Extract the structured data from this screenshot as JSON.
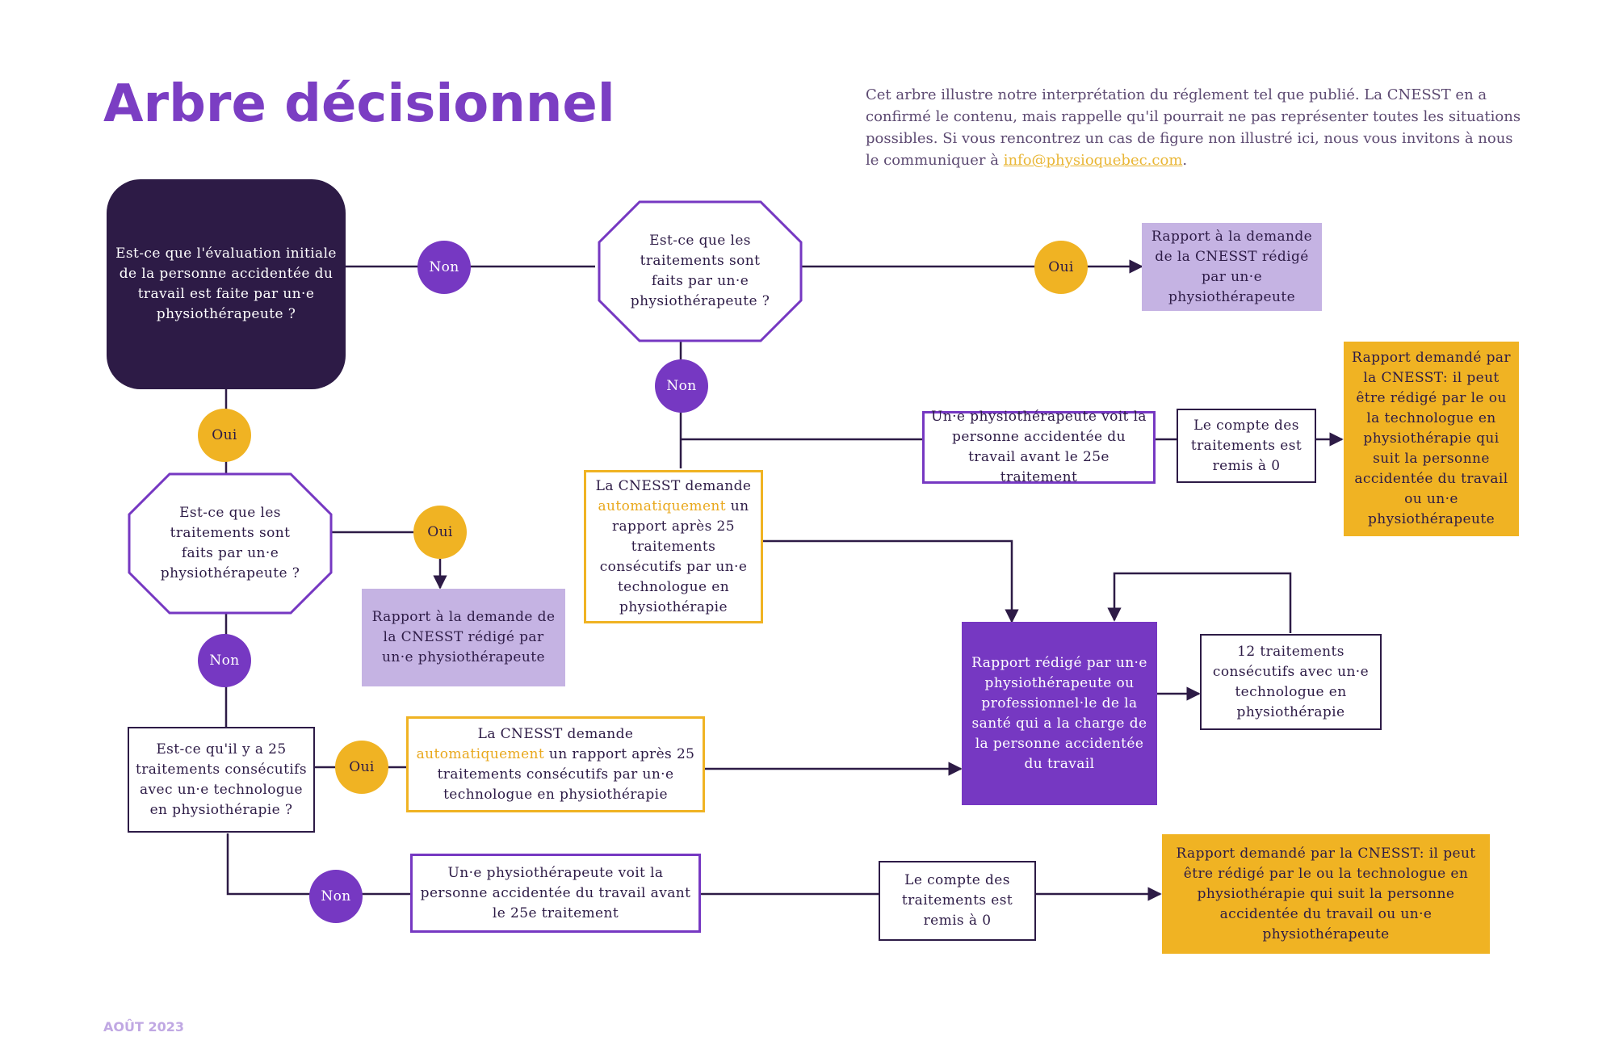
{
  "title": "Arbre décisionnel",
  "intro": {
    "text": "Cet arbre illustre notre interprétation du réglement tel que publié. La CNESST en a confirmé le contenu, mais rappelle qu'il pourrait ne pas représenter toutes les situations possibles. Si vous rencontrez un cas de figure non illustré ici, nous vous invitons à nous le communiquer à ",
    "email": "info@physioquebec.com",
    "end": "."
  },
  "footer": {
    "date": "AOÛT 2023"
  },
  "labels": {
    "oui": "Oui",
    "non": "Non"
  },
  "nodes": {
    "q1": "Est-ce que l'évaluation initiale de la personne accidentée du travail est faite par un·e physiothérapeute ?",
    "q2": "Est-ce que les traitements sont faits par un·e physiothérapeute ?",
    "q3": "Est-ce que les traitements sont faits par un·e physiothérapeute ?",
    "q4": "Est-ce qu'il y a 25 traitements consécutifs avec un·e technologue en physiothérapie ?",
    "rapport_top": "Rapport à la demande de la CNESST rédigé par un·e physiothérapeute",
    "rapport_left": "Rapport à la demande de la CNESST rédigé par un·e physiothérapeute",
    "cnesst_auto_1": {
      "before": "La CNESST demande ",
      "highlight": "automatiquement",
      "after": " un rapport après 25 traitements consécutifs par un·e technologue en physiothérapie"
    },
    "cnesst_auto_2": {
      "before": "La CNESST demande ",
      "highlight": "automatiquement",
      "after": " un rapport après 25 traitements consécutifs par un·e technologue en physiothérapie"
    },
    "voit_1": "Un·e physiothérapeute voit la personne accidentée du travail avant le 25e traitement",
    "voit_2": "Un·e physiothérapeute voit la personne accidentée du travail avant le 25e traitement",
    "compte_1": "Le compte des traitements est remis à 0",
    "compte_2": "Le compte des traitements est remis à 0",
    "rapport_demande_1": "Rapport demandé par la CNESST: il peut être rédigé par le ou la technologue en physiothérapie qui suit la personne accidentée du travail ou un·e physiothérapeute",
    "rapport_demande_2": "Rapport demandé par la CNESST: il peut être rédigé par le ou la technologue en physiothérapie qui suit la personne accidentée du travail ou un·e physiothérapeute",
    "rapport_redige": "Rapport rédigé par un·e physiothérapeute ou professionnel·le de la santé qui a la charge de la personne accidentée du travail",
    "douze": "12 traitements consécutifs avec un·e technologue en physiothérapie"
  },
  "colors": {
    "purple": "#7638c2",
    "dark": "#2d1b46",
    "gold": "#f0b323",
    "lavender": "#c5b3e3"
  }
}
